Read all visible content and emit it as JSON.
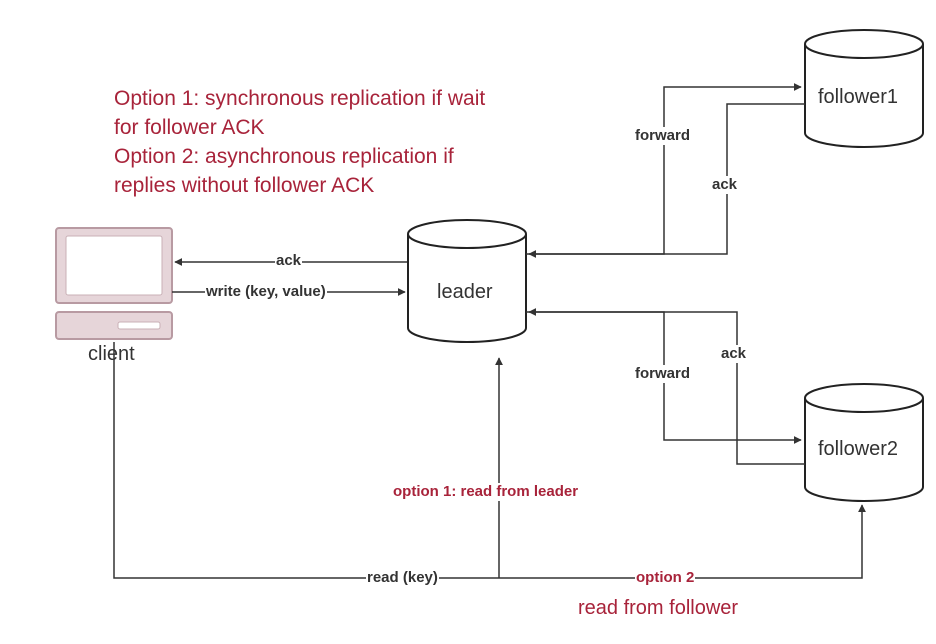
{
  "notes": {
    "option1_line1": "Option 1: synchronous replication if wait",
    "option1_line2": "for follower ACK",
    "option2_line1": "Option 2: asynchronous replication if",
    "option2_line2": "replies  without follower ACK"
  },
  "nodes": {
    "client": "client",
    "leader": "leader",
    "follower1": "follower1",
    "follower2": "follower2"
  },
  "edges": {
    "client_ack": "ack",
    "client_write": "write (key, value)",
    "f1_forward": "forward",
    "f1_ack": "ack",
    "f2_forward": "forward",
    "f2_ack": "ack",
    "read_key": "read (key)",
    "option1_read": "option 1: read from leader",
    "option2": "option 2",
    "read_from_follower": "read from follower"
  },
  "colors": {
    "accent_red": "#a8233a",
    "line": "#333333",
    "laptop_fill": "#e6d5d9",
    "laptop_stroke": "#b89aa2"
  },
  "icons": {
    "client": "laptop-icon",
    "storage": "database-cylinder-icon"
  }
}
